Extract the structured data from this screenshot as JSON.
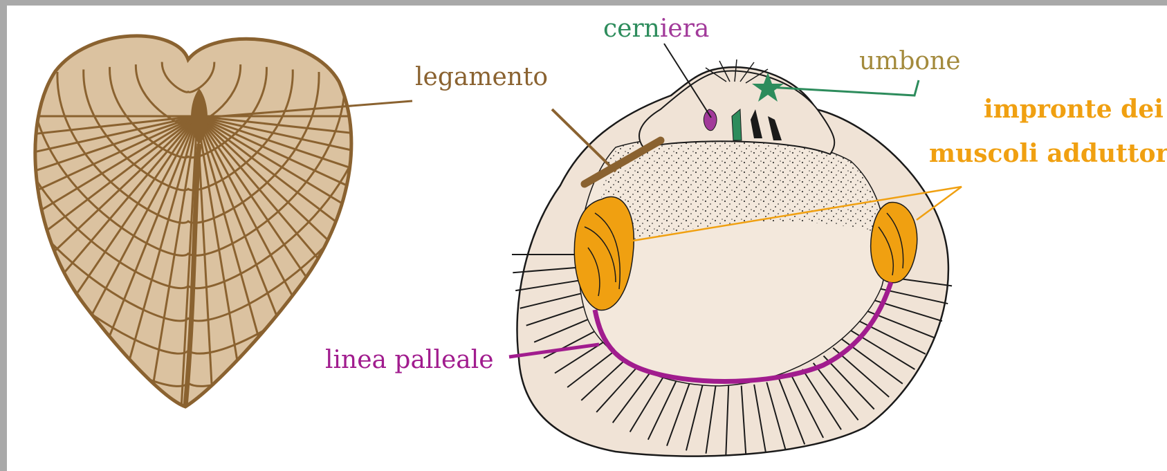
{
  "labels": {
    "cerniera_1": "cern",
    "cerniera_2": "iera",
    "umbone": "umbone",
    "legamento": "legamento",
    "impronte_line1": "impronte dei",
    "impronte_line2": "muscoli adduttori",
    "linea_palleale": "linea palleale"
  },
  "colors": {
    "background_frame": "#a9a9a9",
    "shell_fill": "#f0e3d6",
    "left_shell_fill": "#dbc2a0",
    "left_shell_grid": "#8a6230",
    "ligament": "#8a6230",
    "hinge_green": "#2d8c5c",
    "hinge_purple": "#a23a9a",
    "umbone_label": "#a38a3c",
    "umbone_leader": "#2d8c5c",
    "adductor": "#f0a011",
    "pallial_line": "#a11c8e",
    "outline": "#1a1a1a"
  },
  "icons": {
    "left_shell": "heart-shaped-shell-external-view",
    "right_shell": "shell-internal-view",
    "umbone_marker": "star-icon"
  }
}
